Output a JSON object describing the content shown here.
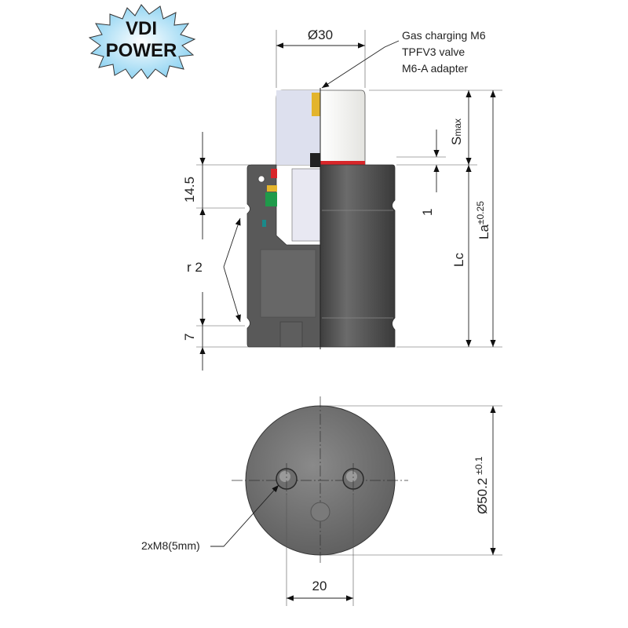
{
  "logo": {
    "line1": "VDI",
    "line2": "POWER",
    "color": "#9fdcf5"
  },
  "side_view": {
    "diameter_label": "Ø30",
    "valve_note": [
      "Gas charging M6",
      "TPFV3 valve",
      "M6-A adapter"
    ],
    "stroke_label": "S",
    "stroke_sub": "max",
    "gap_label": "1",
    "lc_label": "Lc",
    "la_label": "La",
    "la_tol": "±0.25",
    "top_dim": "14.5",
    "bottom_dim": "7",
    "radius_label": "r 2"
  },
  "bottom_view": {
    "diameter_label": "Ø50.2",
    "diameter_tol": "±0.1",
    "hole_label": "2xM8(5mm)",
    "spacing_label": "20"
  },
  "colors": {
    "body": "#5a5a5a",
    "piston": "#dde0ee",
    "seal_red": "#d8262a",
    "seal_green": "#1f9a4a",
    "seal_yellow": "#e3b42c"
  }
}
